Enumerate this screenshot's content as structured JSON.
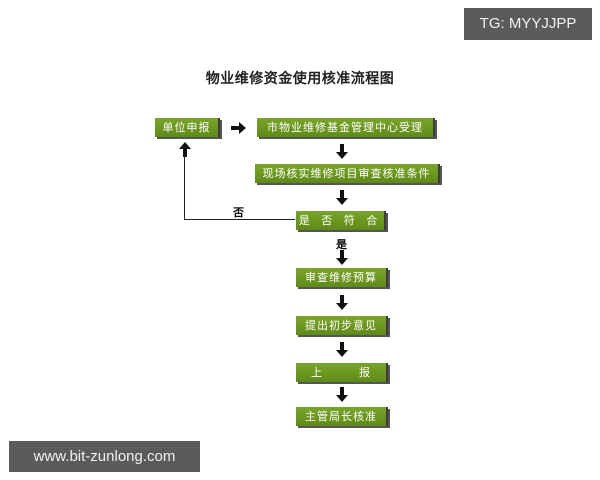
{
  "title": "物业维修资金使用核准流程图",
  "nodes": [
    {
      "id": "apply",
      "label": "单位申报"
    },
    {
      "id": "accept",
      "label": "市物业维修基金管理中心受理"
    },
    {
      "id": "verify",
      "label": "现场核实维修项目审查核准条件"
    },
    {
      "id": "decision",
      "label": "是 否 符 合"
    },
    {
      "id": "budget",
      "label": "审查维修预算"
    },
    {
      "id": "opinion",
      "label": "提出初步意见"
    },
    {
      "id": "report",
      "label": "上　　　报"
    },
    {
      "id": "approve",
      "label": "主管局长核准"
    }
  ],
  "edges": {
    "no_label": "否",
    "yes_label": "是"
  },
  "colors": {
    "node_fill": "#6b9a20",
    "node_text": "#ffffff",
    "arrow": "#111111"
  },
  "watermarks": {
    "top_right": "TG: MYYJJPP",
    "bottom_left": "www.bit-zunlong.com"
  }
}
